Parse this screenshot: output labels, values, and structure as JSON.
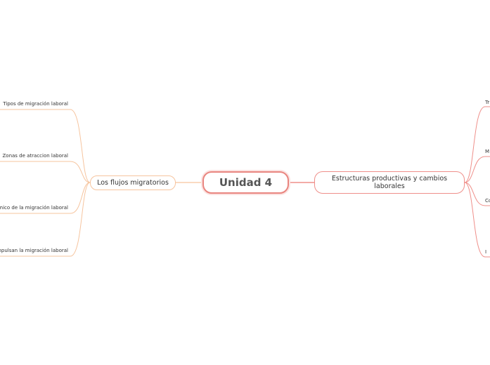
{
  "central": {
    "label": "Unidad 4"
  },
  "main_left": {
    "label": "Los flujos migratorios"
  },
  "main_right": {
    "label": "Estructuras productivas y cambios laborales"
  },
  "left_topics": [
    {
      "label": "Tipos de migración laboral"
    },
    {
      "label": "Zonas de atraccion laboral"
    },
    {
      "label": "mico de la migración laboral"
    },
    {
      "label": "npulsan la migración laboral"
    }
  ],
  "right_topics": [
    {
      "label": "Tr"
    },
    {
      "label": "M"
    },
    {
      "label": "Co"
    },
    {
      "label": "I"
    }
  ],
  "colors": {
    "central_border": "#e9857f",
    "left_branch": "#f6c49e",
    "right_branch": "#ef8f8a"
  }
}
